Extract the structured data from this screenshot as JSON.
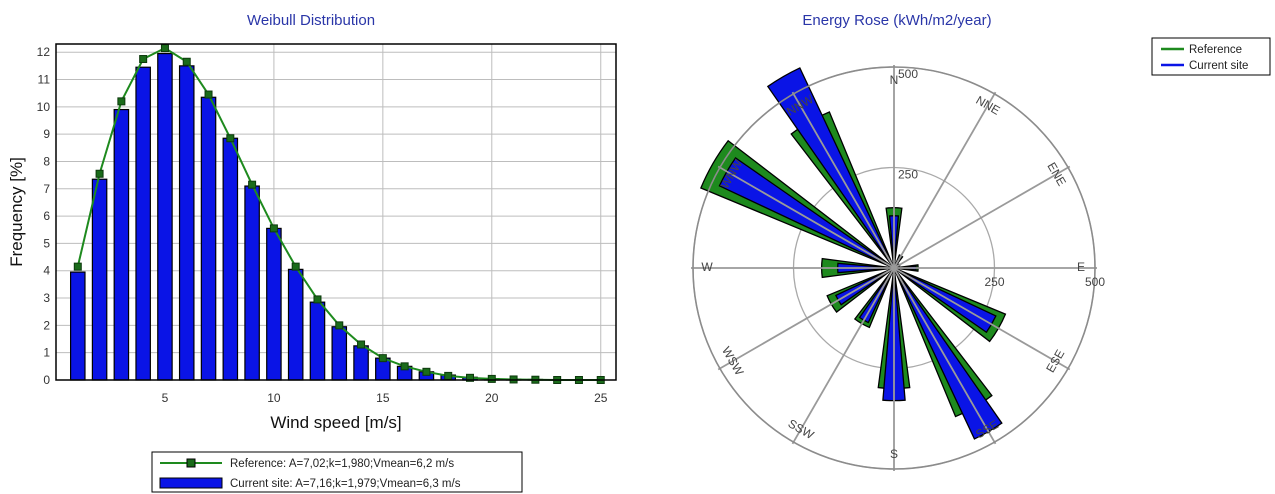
{
  "chart_data": [
    {
      "type": "bar",
      "title": "Weibull Distribution",
      "xlabel": "Wind speed [m/s]",
      "ylabel": "Frequency [%]",
      "xlim": [
        0,
        25.7
      ],
      "ylim": [
        0,
        12.3
      ],
      "xticks": [
        "5",
        "10",
        "15",
        "20",
        "25"
      ],
      "yticks": [
        "0",
        "1",
        "2",
        "3",
        "4",
        "5",
        "6",
        "7",
        "8",
        "9",
        "10",
        "11",
        "12"
      ],
      "x": [
        1,
        2,
        3,
        4,
        5,
        6,
        7,
        8,
        9,
        10,
        11,
        12,
        13,
        14,
        15,
        16,
        17,
        18,
        19,
        20,
        21,
        22,
        23,
        24,
        25
      ],
      "series": [
        {
          "name": "Reference: A=7,02;k=1,980;Vmean=6,2 m/s",
          "type": "line",
          "color": "#1e8a1e",
          "marker_color": "#1a6b1a",
          "values": [
            4.15,
            7.55,
            10.2,
            11.75,
            12.15,
            11.65,
            10.45,
            8.85,
            7.15,
            5.55,
            4.15,
            2.95,
            2.0,
            1.3,
            0.8,
            0.5,
            0.3,
            0.15,
            0.08,
            0.04,
            0.02,
            0.01,
            0.0,
            0.0,
            0.0
          ]
        },
        {
          "name": "Current site: A=7,16;k=1,979;Vmean=6,3 m/s",
          "type": "bar",
          "color": "#0a14e6",
          "values": [
            3.95,
            7.35,
            9.9,
            11.45,
            11.95,
            11.5,
            10.35,
            8.85,
            7.1,
            5.55,
            4.05,
            2.85,
            1.95,
            1.25,
            0.8,
            0.5,
            0.3,
            0.18,
            0.1,
            0.05,
            0.03,
            0.02,
            0.01,
            0.0,
            0.0
          ]
        }
      ]
    },
    {
      "type": "polar-bar",
      "title": "Energy Rose (kWh/m2/year)",
      "rmax": 500,
      "ring_values": [
        250,
        500
      ],
      "ring_labels": [
        "250",
        "500"
      ],
      "directions": [
        "N",
        "NNE",
        "ENE",
        "E",
        "ESE",
        "SSE",
        "S",
        "SSW",
        "WSW",
        "W",
        "WNW",
        "NNW"
      ],
      "series": [
        {
          "name": "Reference",
          "color": "#1e8a1e",
          "values": [
            150,
            35,
            15,
            60,
            300,
            400,
            300,
            160,
            180,
            180,
            520,
            420
          ]
        },
        {
          "name": "Current site",
          "color": "#0a14e6",
          "values": [
            130,
            30,
            15,
            55,
            280,
            470,
            330,
            150,
            160,
            140,
            480,
            550
          ]
        }
      ]
    }
  ]
}
